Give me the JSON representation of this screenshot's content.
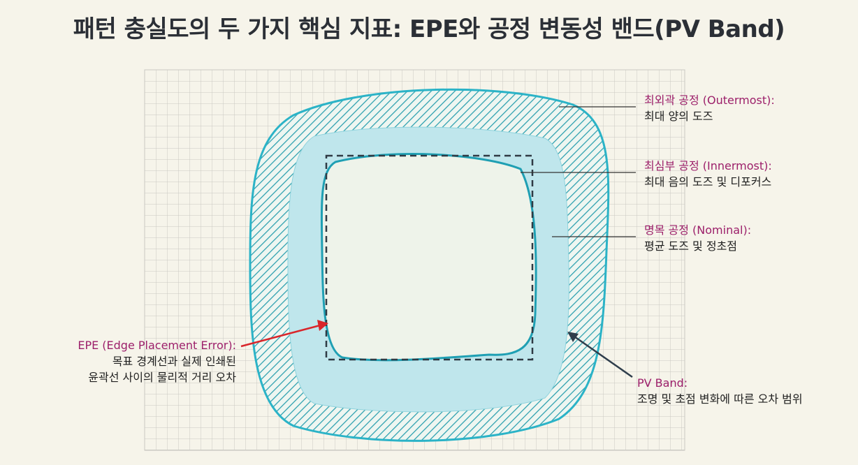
{
  "title": "패턴 충실도의 두 가지 핵심 지표: EPE와 공정 변동성 밴드(PV Band)",
  "colors": {
    "band": "#2bb3c7",
    "band_fill": "#bfe6ec",
    "heading": "#9c1f6a",
    "epe_arrow": "#d9262b",
    "pv_arrow": "#2f3e4c"
  },
  "labels": {
    "outermost": {
      "heading": "최외곽 공정 (Outermost):",
      "desc": "최대 양의 도즈"
    },
    "innermost": {
      "heading": "최심부 공정 (Innermost):",
      "desc": "최대 음의 도즈 및 디포커스"
    },
    "nominal": {
      "heading": "명목 공정 (Nominal):",
      "desc": "평균 도즈 및 정초점"
    },
    "epe": {
      "heading": "EPE (Edge Placement Error):",
      "desc_line1": "목표 경계선과 실제 인쇄된",
      "desc_line2": "윤곽선 사이의 물리적 거리 오차"
    },
    "pv_band": {
      "heading": "PV Band:",
      "desc": "조명 및 초점 변화에 따른 오차 범위"
    }
  }
}
